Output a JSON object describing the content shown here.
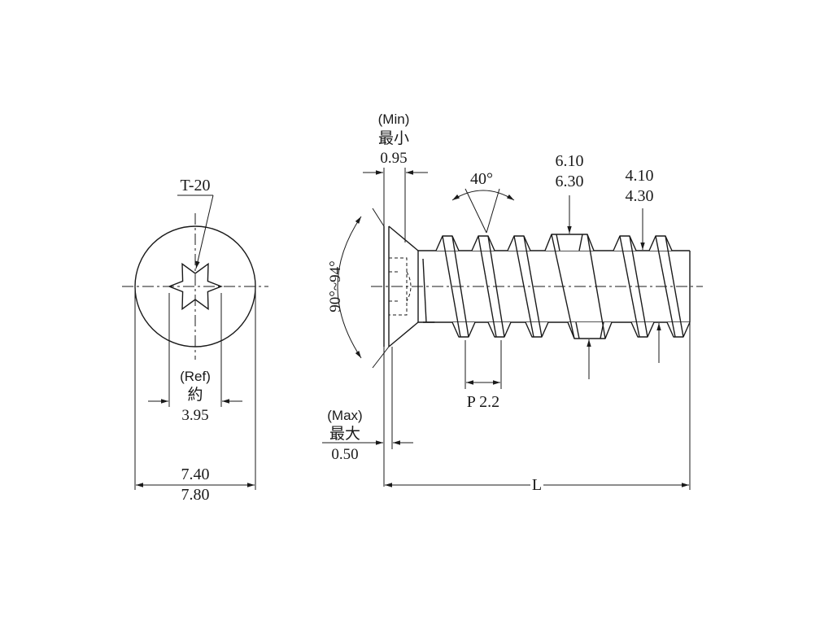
{
  "end_view": {
    "drive_label": "T-20",
    "ref_label": "(Ref)",
    "approx_label": "約",
    "drive_dim": "3.95",
    "head_dia_min": "7.40",
    "head_dia_max": "7.80"
  },
  "side_view": {
    "min_label": "(Min)",
    "min_cjk": "最小",
    "min_value": "0.95",
    "max_label": "(Max)",
    "max_cjk": "最大",
    "max_value": "0.50",
    "head_angle": "90°~94°",
    "thread_angle": "40°",
    "pitch": "P 2.2",
    "major_dia_min": "6.10",
    "major_dia_max": "6.30",
    "minor_dia_min": "4.10",
    "minor_dia_max": "4.30",
    "length": "L"
  },
  "colors": {
    "line": "#1a1a1a",
    "background": "#ffffff"
  }
}
